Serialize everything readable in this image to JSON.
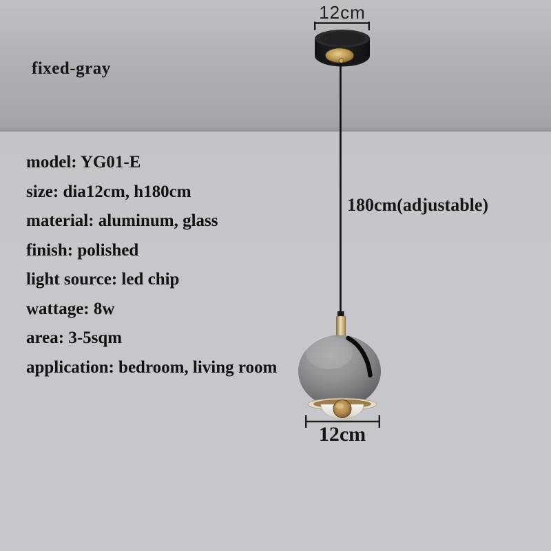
{
  "variant_label": "fixed-gray",
  "annotations": {
    "canopy_width": "12cm",
    "drop_length": "180cm(adjustable)",
    "shade_width": "12cm"
  },
  "specs": [
    "model: YG01-E",
    "size: dia12cm, h180cm",
    "material: aluminum, glass",
    "finish: polished",
    "light source: led chip",
    "wattage: 8w",
    "area: 3-5sqm",
    "application: bedroom, living room"
  ],
  "colors": {
    "wall_gradient_top": "#c1c1c5",
    "wall_gradient_bottom": "#a4a4a8",
    "backdrop": "#c7c7cb",
    "text": "#161616",
    "canopy_black": "#1d1d1f",
    "brass": "#c2a064",
    "shade_gray": "#87878a",
    "lens_amber": "#b08a50",
    "glass_white": "#ece9e2"
  }
}
